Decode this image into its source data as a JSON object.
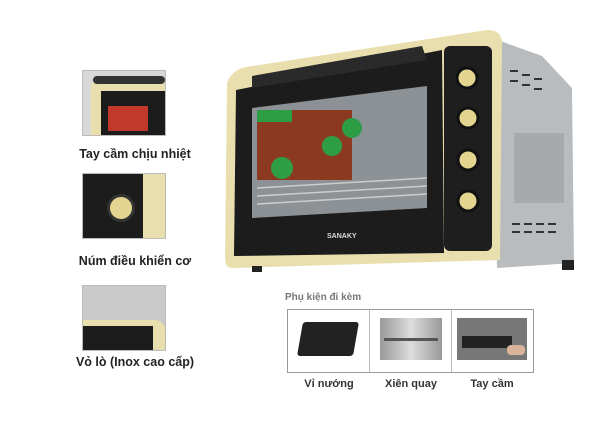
{
  "features": [
    {
      "label": "Tay cầm chịu nhiệt"
    },
    {
      "label": "Núm điều khiển cơ"
    },
    {
      "label": "Vỏ lò (Inox cao cấp)"
    }
  ],
  "product": {
    "brand": "SANAKY"
  },
  "accessories": {
    "title": "Phụ kiện đi kèm",
    "items": [
      {
        "label": "Vỉ nướng"
      },
      {
        "label": "Xiên quay"
      },
      {
        "label": "Tay cầm"
      }
    ]
  },
  "colors": {
    "gold": "#e9dfae",
    "black": "#1c1c1c",
    "steel": "#b9bcbf"
  }
}
